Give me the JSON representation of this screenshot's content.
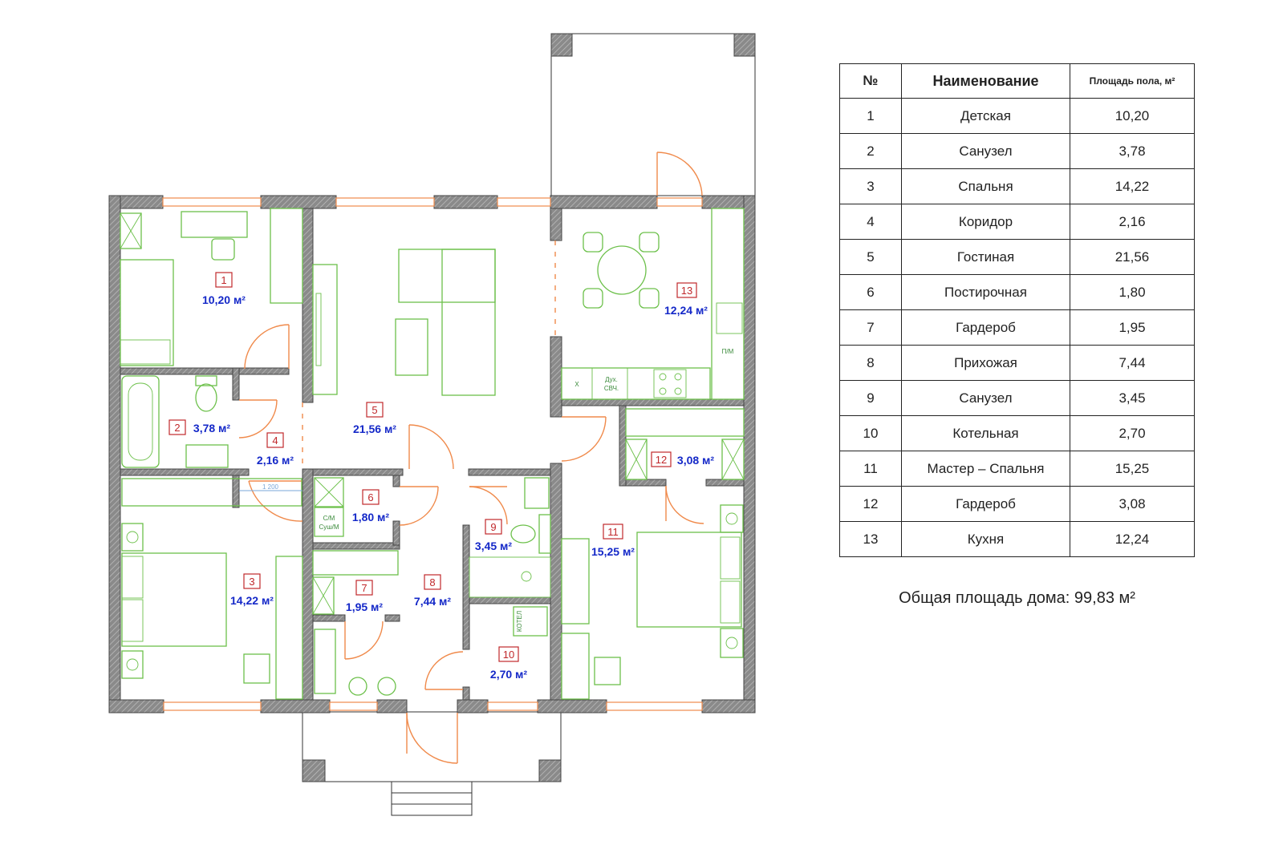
{
  "table": {
    "headers": {
      "num": "№",
      "name": "Наименование",
      "area": "Площадь пола, м²"
    },
    "rows": [
      {
        "num": "1",
        "name": "Детская",
        "area": "10,20"
      },
      {
        "num": "2",
        "name": "Санузел",
        "area": "3,78"
      },
      {
        "num": "3",
        "name": "Спальня",
        "area": "14,22"
      },
      {
        "num": "4",
        "name": "Коридор",
        "area": "2,16"
      },
      {
        "num": "5",
        "name": "Гостиная",
        "area": "21,56"
      },
      {
        "num": "6",
        "name": "Постирочная",
        "area": "1,80"
      },
      {
        "num": "7",
        "name": "Гардероб",
        "area": "1,95"
      },
      {
        "num": "8",
        "name": "Прихожая",
        "area": "7,44"
      },
      {
        "num": "9",
        "name": "Санузел",
        "area": "3,45"
      },
      {
        "num": "10",
        "name": "Котельная",
        "area": "2,70"
      },
      {
        "num": "11",
        "name": "Мастер – Спальня",
        "area": "15,25"
      },
      {
        "num": "12",
        "name": "Гардероб",
        "area": "3,08"
      },
      {
        "num": "13",
        "name": "Кухня",
        "area": "12,24"
      }
    ]
  },
  "total": "Общая площадь дома: 99,83 м²",
  "rooms": [
    {
      "num": "1",
      "area": "10,20 м²"
    },
    {
      "num": "2",
      "area": "3,78 м²"
    },
    {
      "num": "3",
      "area": "14,22 м²"
    },
    {
      "num": "4",
      "area": "2,16 м²"
    },
    {
      "num": "5",
      "area": "21,56 м²"
    },
    {
      "num": "6",
      "area": "1,80 м²"
    },
    {
      "num": "7",
      "area": "1,95 м²"
    },
    {
      "num": "8",
      "area": "7,44 м²"
    },
    {
      "num": "9",
      "area": "3,45 м²"
    },
    {
      "num": "10",
      "area": "2,70 м²"
    },
    {
      "num": "11",
      "area": "15,25 м²"
    },
    {
      "num": "12",
      "area": "3,08 м²"
    },
    {
      "num": "13",
      "area": "12,24 м²"
    }
  ],
  "plan_labels": {
    "dim": "1 200",
    "laundry_1": "С/М",
    "laundry_2": "Суш/М",
    "oven_1": "Дух.",
    "oven_2": "СВЧ.",
    "dishwasher": "П/М",
    "fridge": "Х",
    "boiler": "КОТЕЛ"
  },
  "colors": {
    "walls": "#888888",
    "doors": "#f08a4b",
    "furniture": "#6cc04a",
    "room_numbers": "#c0282b",
    "areas": "#1428c8"
  }
}
